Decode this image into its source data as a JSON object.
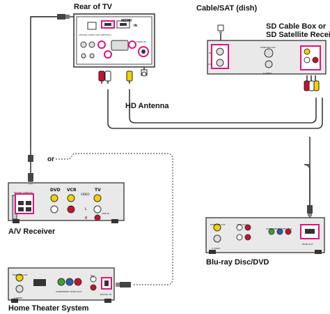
{
  "labels": {
    "rear_tv": "Rear of TV",
    "cable_sat": "Cable/SAT (dish)",
    "sd_box_line1": "SD Cable Box or",
    "sd_box_line2": "SD Satellite Receiver",
    "hd_antenna": "HD Antenna",
    "or": "or",
    "av_receiver": "A/V Receiver",
    "bluray": "Blu-ray Disc/DVD",
    "home_theater": "Home Theater System"
  },
  "device_text": {
    "tv_hdmi": "HDMI",
    "tv_in": "IN",
    "tv_digital": "DIGITAL AUDIO OUT (OPTICAL)",
    "tv_video": "VIDEO IN",
    "sd_monitor": "MONITOR OUT",
    "sd_svideo": "S VIDEO",
    "sd_in": "IN",
    "sd_out": "OUT",
    "av_dvd": "DVD",
    "av_vcr": "VCR",
    "av_tv": "TV",
    "av_video": "VIDEO",
    "av_l": "L",
    "av_r": "R",
    "av_line_in": "LINE IN",
    "av_digital": "DIGITAL AUDIO IN",
    "br_monitor": "MONITOR OUT",
    "br_line_out": "LINE OUT",
    "br_component": "COMPONENT VIDEO OUT",
    "br_svideo": "S VIDEO",
    "br_hdmi": "HDMI OUT",
    "ht_monitor": "MONITOR OUT",
    "ht_svideo": "S VIDEO",
    "ht_component": "COMPONENT VIDEO OUT",
    "ht_tv": "TV",
    "ht_digital": "DIGITAL IN"
  },
  "colors": {
    "cable": "#3a3a3a",
    "device_fill": "#e9e9e9",
    "device_stroke": "#333333",
    "connector_red": "#c8102e",
    "connector_white": "#ffffff",
    "connector_yellow": "#f2d200",
    "connector_green": "#3aa335",
    "connector_blue": "#2a5db0",
    "highlight": "#e0147a"
  }
}
